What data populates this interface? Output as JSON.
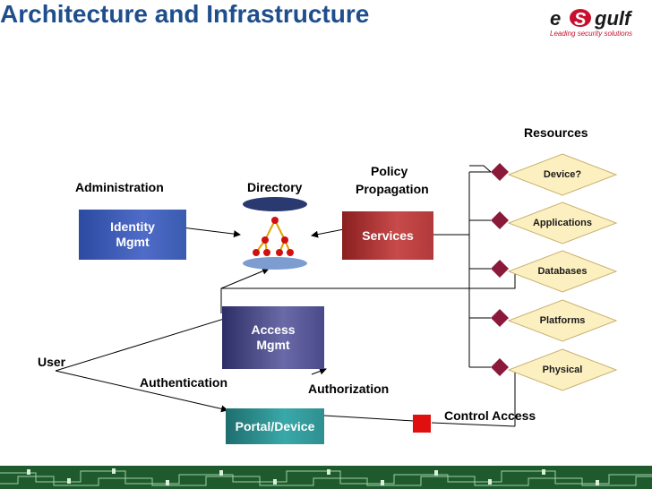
{
  "title": "Architecture and Infrastructure",
  "logo": {
    "brand_left": "e",
    "brand_mid": "S",
    "brand_right": "gulf",
    "tagline": "Leading security solutions"
  },
  "labels": {
    "administration": "Administration",
    "directory": "Directory",
    "policy_line1": "Policy",
    "policy_line2": "Propagation",
    "resources": "Resources",
    "user": "User",
    "authentication": "Authentication",
    "authorization": "Authorization",
    "control_access": "Control Access"
  },
  "boxes": {
    "identity_line1": "Identity",
    "identity_line2": "Mgmt",
    "services": "Services",
    "access_line1": "Access",
    "access_line2": "Mgmt",
    "portal": "Portal/Device"
  },
  "resources": [
    "Device?",
    "Applications",
    "Databases",
    "Platforms",
    "Physical"
  ],
  "colors": {
    "title": "#1f4e8c",
    "identity_box": "#3a5bb0",
    "services_box": "#b23a3a",
    "access_box": "#4a4a8a",
    "portal_box": "#2e8f8f",
    "resource_fill": "#fdf0c0",
    "diamond": "#8b1a3a",
    "control_square": "#e01010"
  }
}
